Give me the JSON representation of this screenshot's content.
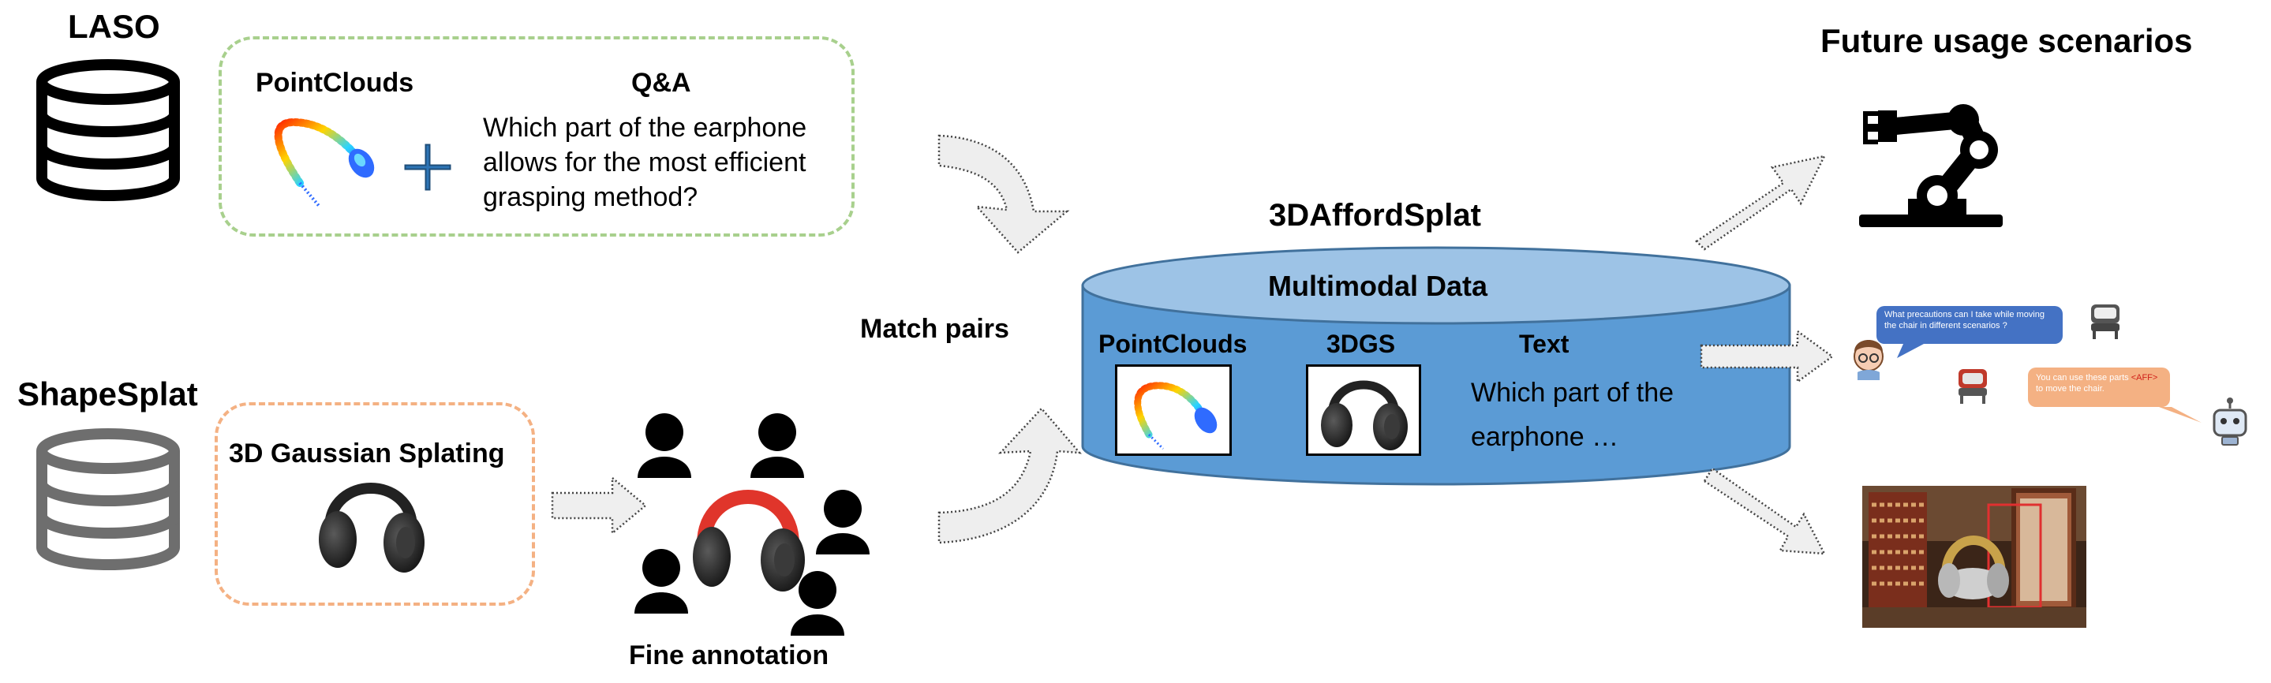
{
  "laso": {
    "title": "LASO"
  },
  "shapesplat": {
    "title": "ShapeSplat"
  },
  "laso_box": {
    "pointclouds_label": "PointClouds",
    "qa_label": "Q&A",
    "question": "Which part of the earphone allows for the most efficient grasping method?"
  },
  "shapesplat_box": {
    "label": "3D Gaussian Splating"
  },
  "annotation": {
    "label": "Fine annotation"
  },
  "match": {
    "label": "Match pairs"
  },
  "dataset": {
    "title": "3DAffordSplat",
    "multimodal_label": "Multimodal Data",
    "pointclouds_label": "PointClouds",
    "gs_label": "3DGS",
    "text_label": "Text",
    "text_content": "Which part of the earphone …"
  },
  "future": {
    "title": "Future usage scenarios",
    "chat_question": "What precautions can I take while moving the chair in different scenarios ?",
    "chat_answer_pre": "You can use these parts ",
    "chat_answer_token": "<AFF>",
    "chat_answer_post": " to move the chair."
  },
  "colors": {
    "green_border": "#a8d08d",
    "orange_border": "#f4b183",
    "cylinder_body": "#5b9bd5",
    "cylinder_top": "#9dc3e6",
    "plus": "#1f4e79",
    "chat_blue": "#4472c4",
    "chat_orange": "#f4b183",
    "annot_red": "#e0352b"
  }
}
